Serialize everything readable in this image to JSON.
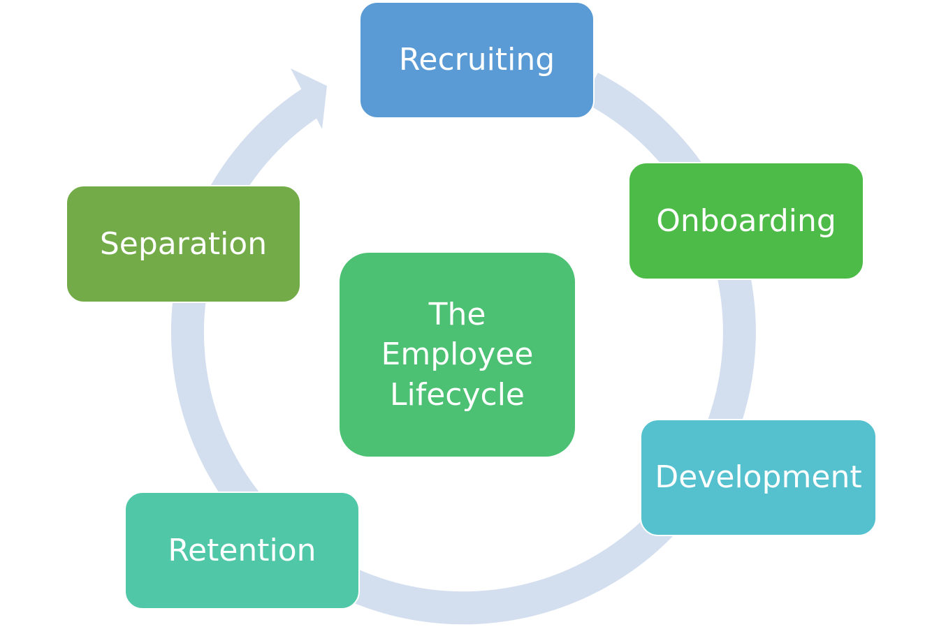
{
  "diagram": {
    "ring_color": "#d3deef",
    "center": {
      "label": "The Employee Lifecycle",
      "color": "#4cc173"
    },
    "stages": [
      {
        "id": "recruiting",
        "label": "Recruiting",
        "color": "#5b9bd5"
      },
      {
        "id": "onboarding",
        "label": "Onboarding",
        "color": "#4cbb47"
      },
      {
        "id": "development",
        "label": "Development",
        "color": "#55c1ce"
      },
      {
        "id": "retention",
        "label": "Retention",
        "color": "#50c8a8"
      },
      {
        "id": "separation",
        "label": "Separation",
        "color": "#72ab47"
      }
    ]
  }
}
